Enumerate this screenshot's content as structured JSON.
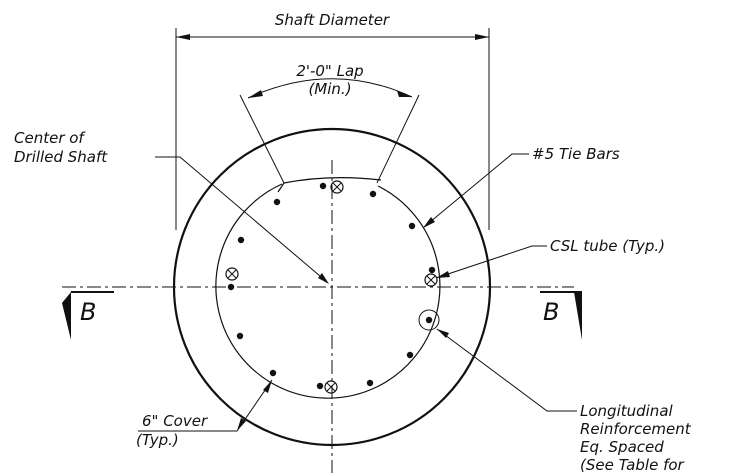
{
  "labels": {
    "shaft_diameter": "Shaft Diameter",
    "lap": "2'-0\" Lap",
    "lap_min": "(Min.)",
    "center_line1": "Center of",
    "center_line2": "Drilled Shaft",
    "tie_bars": "#5 Tie Bars",
    "csl_tube": "CSL tube (Typ.)",
    "section_left": "B",
    "section_right": "B",
    "cover": "6\" Cover",
    "cover_typ": "(Typ.)",
    "long_1": "Longitudinal",
    "long_2": "Reinforcement",
    "long_3": "Eq. Spaced",
    "long_4": "(See Table for"
  }
}
